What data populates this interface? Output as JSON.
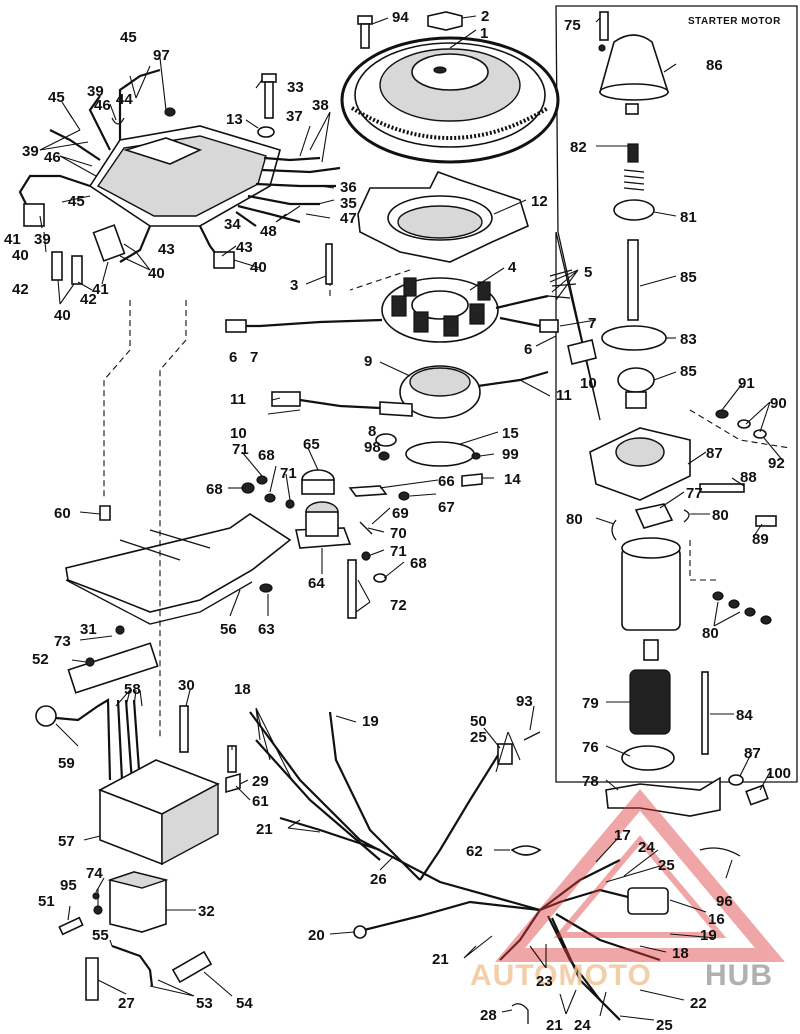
{
  "diagram": {
    "starter_title": "STARTER MOTOR",
    "part_numbers": {
      "p1": "1",
      "p2": "2",
      "p3": "3",
      "p4": "4",
      "p5": "5",
      "p6": "6",
      "p7": "7",
      "p8": "8",
      "p9": "9",
      "p10": "10",
      "p11": "11",
      "p12": "12",
      "p13": "13",
      "p14": "14",
      "p15": "15",
      "p16": "16",
      "p17": "17",
      "p18": "18",
      "p19": "19",
      "p20": "20",
      "p21": "21",
      "p22": "22",
      "p23": "23",
      "p24": "24",
      "p25": "25",
      "p26": "26",
      "p27": "27",
      "p28": "28",
      "p29": "29",
      "p30": "30",
      "p31": "31",
      "p32": "32",
      "p33": "33",
      "p34": "34",
      "p35": "35",
      "p36": "36",
      "p37": "37",
      "p38": "38",
      "p39": "39",
      "p40": "40",
      "p41": "41",
      "p42": "42",
      "p43": "43",
      "p44": "44",
      "p45": "45",
      "p46": "46",
      "p47": "47",
      "p48": "48",
      "p50": "50",
      "p51": "51",
      "p52": "52",
      "p53": "53",
      "p54": "54",
      "p55": "55",
      "p56": "56",
      "p57": "57",
      "p58": "58",
      "p59": "59",
      "p60": "60",
      "p61": "61",
      "p62": "62",
      "p63": "63",
      "p64": "64",
      "p65": "65",
      "p66": "66",
      "p67": "67",
      "p68": "68",
      "p69": "69",
      "p70": "70",
      "p71": "71",
      "p72": "72",
      "p73": "73",
      "p74": "74",
      "p75": "75",
      "p76": "76",
      "p77": "77",
      "p78": "78",
      "p79": "79",
      "p80": "80",
      "p81": "81",
      "p82": "82",
      "p83": "83",
      "p84": "84",
      "p85": "85",
      "p86": "86",
      "p87": "87",
      "p88": "88",
      "p89": "89",
      "p90": "90",
      "p91": "91",
      "p92": "92",
      "p93": "93",
      "p94": "94",
      "p95": "95",
      "p96": "96",
      "p97": "97",
      "p98": "98",
      "p99": "99",
      "p100": "100"
    }
  },
  "watermark": {
    "part1": "AUTOMOTO",
    "part2": "HUB",
    "color_accent": "#e03b3b"
  }
}
